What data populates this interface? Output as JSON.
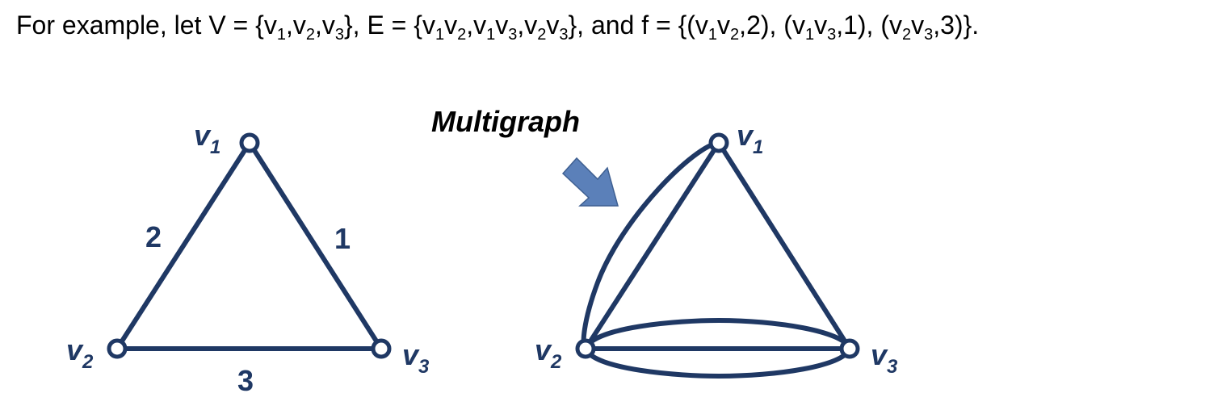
{
  "sentence": {
    "t0": "For example, let V = {v",
    "s0": "1",
    "t1": ",v",
    "s1": "2",
    "t2": ",v",
    "s2": "3",
    "t3": "}, E = {v",
    "s3": "1",
    "t4": "v",
    "s4": "2",
    "t5": ",v",
    "s5": "1",
    "t6": "v",
    "s6": "3",
    "t7": ",v",
    "s7": "2",
    "t8": "v",
    "s8": "3",
    "t9": "}, and f = {(v",
    "s9": "1",
    "t10": "v",
    "s10": "2",
    "t11": ",2), (v",
    "s11": "1",
    "t12": "v",
    "s12": "3",
    "t13": ",1), (v",
    "s13": "2",
    "t14": "v",
    "s14": "3",
    "t15": ",3)}."
  },
  "vertex_letter": "v",
  "left_graph": {
    "vertices": [
      {
        "id": "v1",
        "sub": "1"
      },
      {
        "id": "v2",
        "sub": "2"
      },
      {
        "id": "v3",
        "sub": "3"
      }
    ],
    "edges": [
      {
        "from": "v1",
        "to": "v2",
        "weight": "2"
      },
      {
        "from": "v1",
        "to": "v3",
        "weight": "1"
      },
      {
        "from": "v2",
        "to": "v3",
        "weight": "3"
      }
    ]
  },
  "right_graph": {
    "title": "Multigraph",
    "vertices": [
      {
        "id": "v1",
        "sub": "1"
      },
      {
        "id": "v2",
        "sub": "2"
      },
      {
        "id": "v3",
        "sub": "3"
      }
    ],
    "edges": [
      {
        "from": "v1",
        "to": "v2",
        "multiplicity": 2
      },
      {
        "from": "v1",
        "to": "v3",
        "multiplicity": 1
      },
      {
        "from": "v2",
        "to": "v3",
        "multiplicity": 3
      }
    ]
  },
  "colors": {
    "graph": "#1f3864",
    "arrow": "#5b80b9",
    "text": "#000000"
  }
}
